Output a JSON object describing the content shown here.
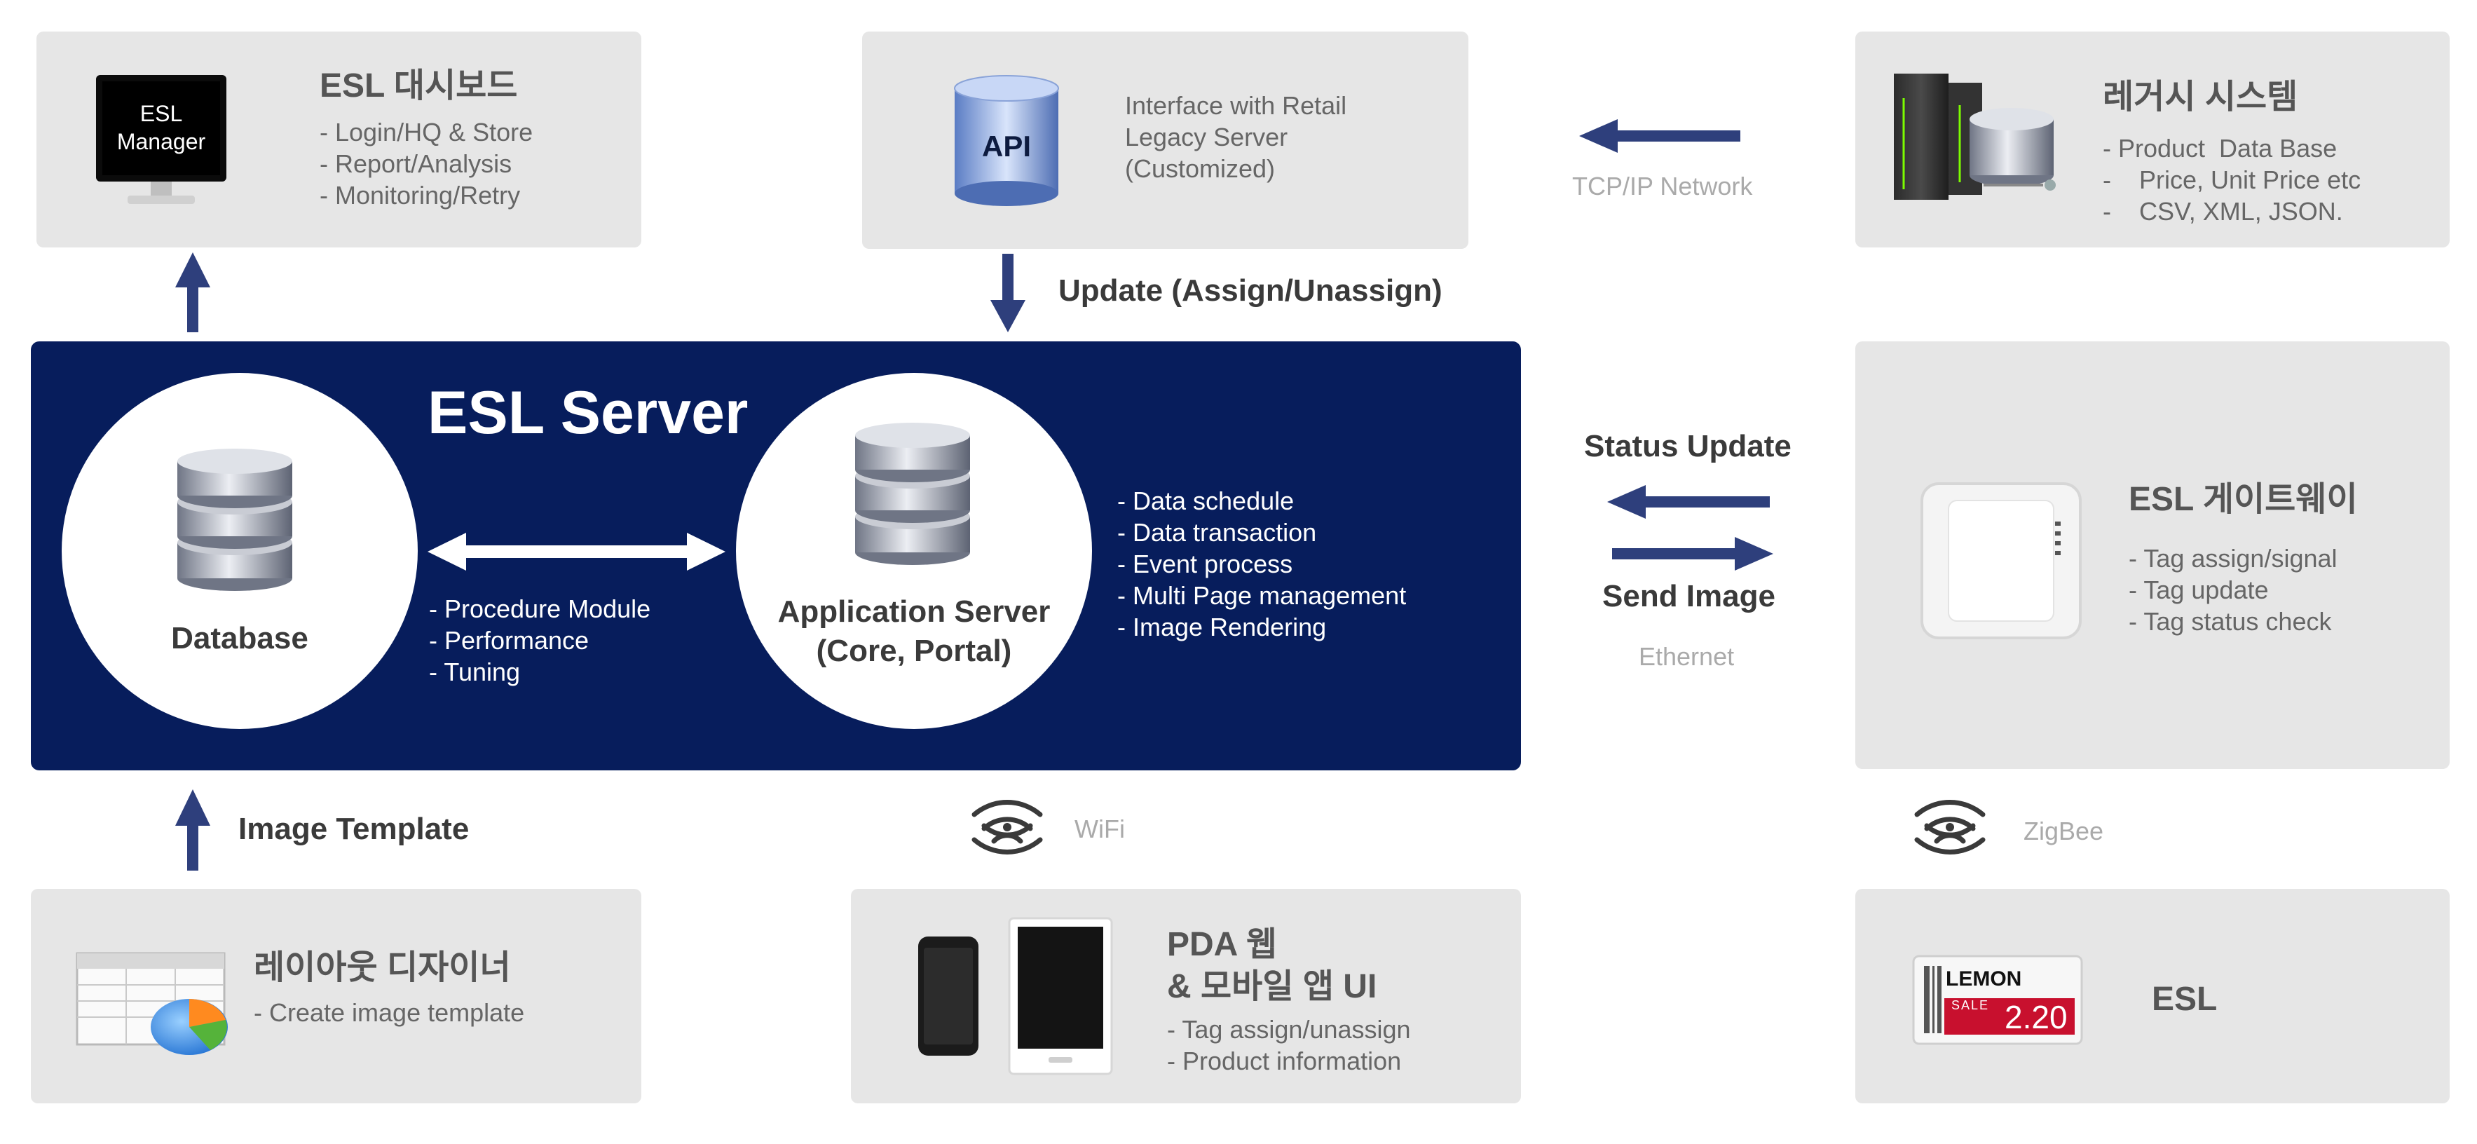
{
  "dashboard": {
    "monitor_text": "ESL\nManager",
    "title": "ESL 대시보드",
    "items": [
      "- Login/HQ & Store",
      "- Report/Analysis",
      "- Monitoring/Retry"
    ]
  },
  "api": {
    "icon_text": "API",
    "text": "Interface with Retail\nLegacy Server\n(Customized)"
  },
  "legacy": {
    "title": "레거시 시스템",
    "items": [
      "- Product  Data Base",
      "-    Price, Unit Price etc",
      "-    CSV, XML, JSON."
    ]
  },
  "network_label": "TCP/IP Network",
  "update_label": "Update (Assign/Unassign)",
  "server": {
    "title": "ESL Server",
    "database_label": "Database",
    "app_label": "Application Server\n(Core, Portal)",
    "db_items": [
      "- Procedure Module",
      "- Performance",
      "- Tuning"
    ],
    "app_items": [
      "- Data schedule",
      "- Data transaction",
      "- Event process",
      "- Multi Page management",
      "- Image Rendering"
    ]
  },
  "status_update_label": "Status Update",
  "send_image_label": "Send Image",
  "ethernet_label": "Ethernet",
  "gateway": {
    "title": "ESL 게이트웨이",
    "items": [
      "- Tag assign/signal",
      "- Tag update",
      "- Tag status check"
    ]
  },
  "image_template_label": "Image Template",
  "wifi_label": "WiFi",
  "zigbee_label": "ZigBee",
  "designer": {
    "title": "레이아웃 디자이너",
    "items": [
      "- Create image template"
    ]
  },
  "pda": {
    "title": "PDA 웹\n& 모바일 앱 UI",
    "items": [
      "- Tag assign/unassign",
      "- Product information"
    ]
  },
  "esl": {
    "title": "ESL",
    "tag_product": "LEMON",
    "tag_sale": "SALE",
    "tag_price": "2.20"
  },
  "colors": {
    "server_bg": "#071d5c",
    "arrow": "#2e3f7c",
    "card_bg": "#e6e6e6",
    "tag_red": "#c8102e"
  }
}
